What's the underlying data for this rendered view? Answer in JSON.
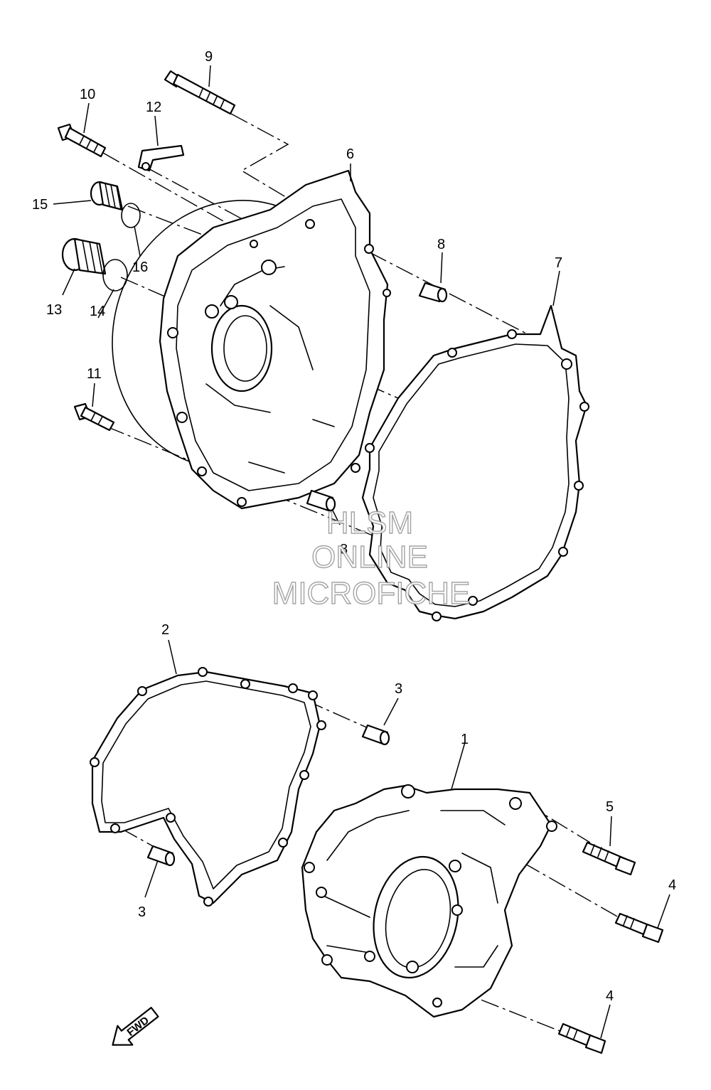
{
  "diagram": {
    "callouts": [
      "1",
      "2",
      "3",
      "3",
      "4",
      "4",
      "5",
      "6",
      "7",
      "8",
      "8",
      "9",
      "10",
      "11",
      "12",
      "13",
      "14",
      "15",
      "16"
    ],
    "watermark": [
      "HLSM",
      "ONLINE",
      "MICROFICHE"
    ],
    "direction_label": "FWD"
  }
}
